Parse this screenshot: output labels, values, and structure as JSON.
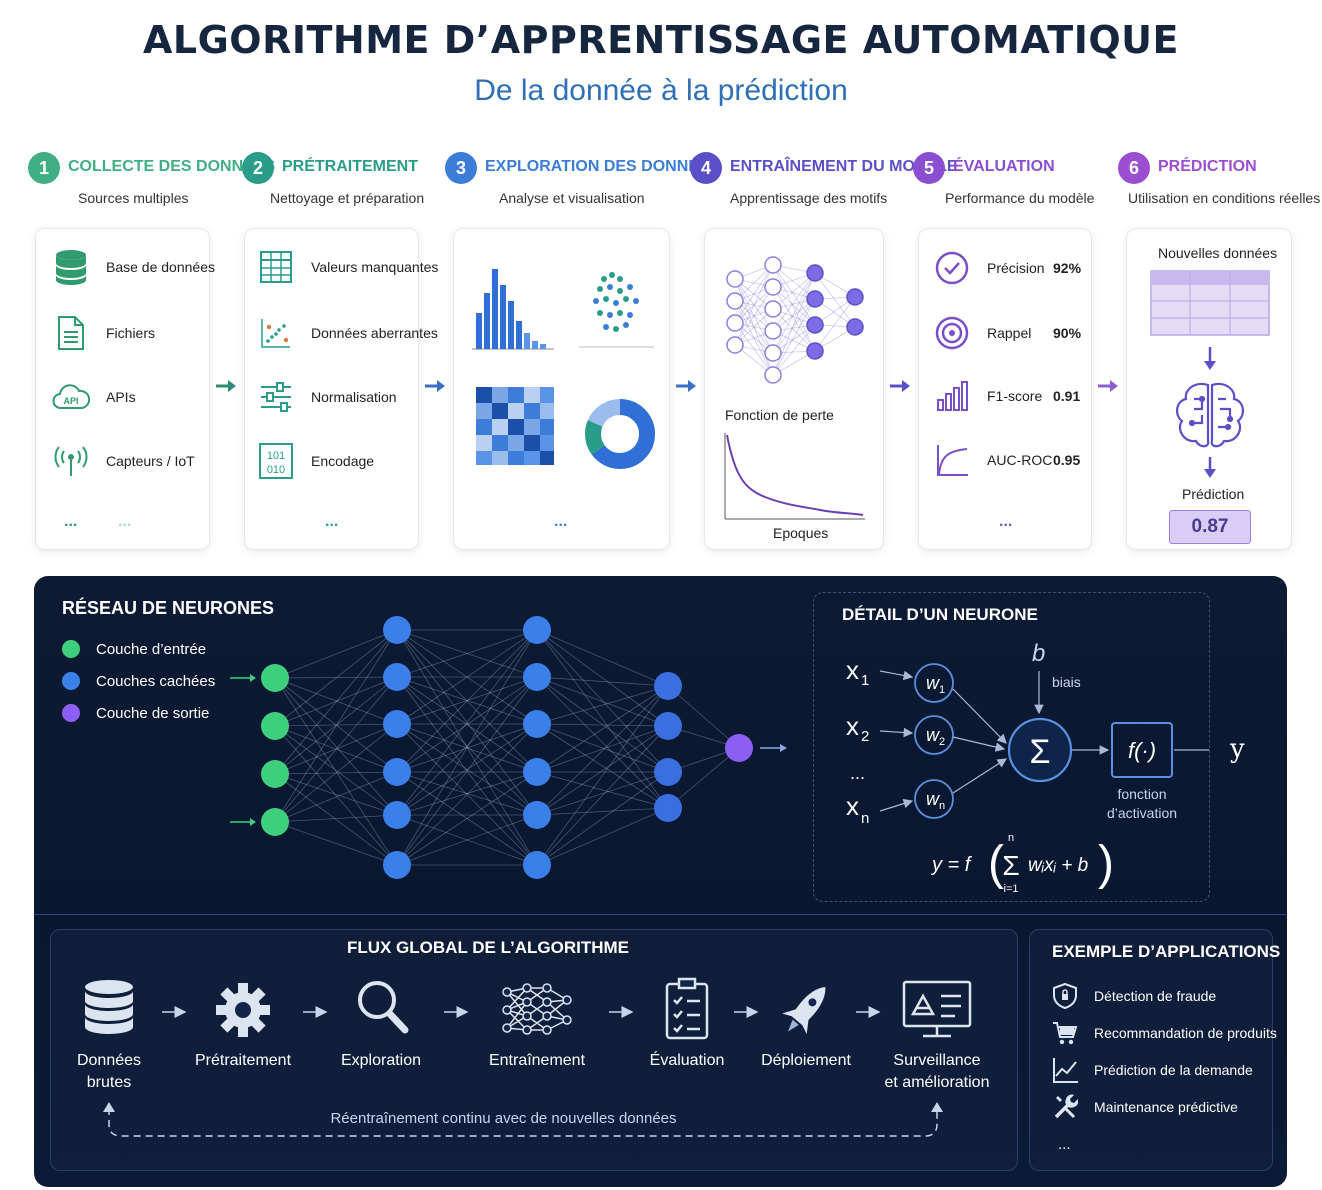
{
  "header": {
    "title": "ALGORITHME D’APPRENTISSAGE AUTOMATIQUE",
    "subtitle": "De la donnée à la prédiction"
  },
  "steps": [
    {
      "num": "1",
      "title": "COLLECTE DES DONNÉES",
      "subtitle": "Sources multiples",
      "color": "#3fae85"
    },
    {
      "num": "2",
      "title": "PRÉTRAITEMENT",
      "subtitle": "Nettoyage et préparation",
      "color": "#2a9d8a"
    },
    {
      "num": "3",
      "title": "EXPLORATION DES DONNÉES",
      "subtitle": "Analyse et visualisation",
      "color": "#3b7dd8"
    },
    {
      "num": "4",
      "title": "ENTRAÎNEMENT DU MODÈLE",
      "subtitle": "Apprentissage des motifs",
      "color": "#5b4fc7"
    },
    {
      "num": "5",
      "title": "ÉVALUATION",
      "subtitle": "Performance du modèle",
      "color": "#8a4fd0"
    },
    {
      "num": "6",
      "title": "PRÉDICTION",
      "subtitle": "Utilisation en conditions réelles",
      "color": "#9b4fd0"
    }
  ],
  "collecte": {
    "items": [
      "Base de données",
      "Fichiers",
      "APIs",
      "Capteurs / IoT"
    ],
    "more": "...",
    "more2": "...",
    "api_badge": "API"
  },
  "pretraitement": {
    "items": [
      "Valeurs manquantes",
      "Données aberrantes",
      "Normalisation",
      "Encodage"
    ],
    "more": "...",
    "binary_top": "101",
    "binary_bottom": "010"
  },
  "exploration": {
    "more": "..."
  },
  "entrainement": {
    "loss_label": "Fonction de perte",
    "epochs_label": "Epoques"
  },
  "evaluation": {
    "metrics": [
      {
        "name": "Précision",
        "value": "92%"
      },
      {
        "name": "Rappel",
        "value": "90%"
      },
      {
        "name": "F1-score",
        "value": "0.91"
      },
      {
        "name": "AUC-ROC",
        "value": "0.95"
      }
    ],
    "more": "..."
  },
  "prediction": {
    "new_data": "Nouvelles données",
    "label": "Prédiction",
    "value": "0.87"
  },
  "network": {
    "title": "RÉSEAU DE NEURONES",
    "legend": [
      {
        "label": "Couche d’entrée",
        "color": "#3ecf7d"
      },
      {
        "label": "Couches cachées",
        "color": "#3b7fe8"
      },
      {
        "label": "Couche de sortie",
        "color": "#8d5ef2"
      }
    ]
  },
  "neuron": {
    "title": "DÉTAIL D’UN NEURONE",
    "inputs": [
      "x",
      "x",
      "x"
    ],
    "input_subs": [
      "1",
      "2",
      "n"
    ],
    "weights": [
      "w",
      "w",
      "w"
    ],
    "weight_subs": [
      "1",
      "2",
      "n"
    ],
    "dots": "...",
    "bias_symbol": "b",
    "bias_label": "biais",
    "sum_symbol": "Σ",
    "activation_symbol": "f(·)",
    "activation_label_1": "fonction",
    "activation_label_2": "d’activation",
    "output": "y",
    "formula_lhs": "y = f",
    "formula_sum_top": "n",
    "formula_sum_symbol": "Σ",
    "formula_sum_bottom": "i=1",
    "formula_body": "wᵢxᵢ + b"
  },
  "flux": {
    "title": "FLUX GLOBAL DE L’ALGORITHME",
    "steps": [
      {
        "line1": "Données",
        "line2": "brutes"
      },
      {
        "line1": "Prétraitement",
        "line2": ""
      },
      {
        "line1": "Exploration",
        "line2": ""
      },
      {
        "line1": "Entraînement",
        "line2": ""
      },
      {
        "line1": "Évaluation",
        "line2": ""
      },
      {
        "line1": "Déploiement",
        "line2": ""
      },
      {
        "line1": "Surveillance",
        "line2": "et amélioration"
      }
    ],
    "loop_label": "Réentraînement continu avec de nouvelles données"
  },
  "applications": {
    "title": "EXEMPLE D’APPLICATIONS",
    "items": [
      "Détection de fraude",
      "Recommandation de produits",
      "Prédiction de la demande",
      "Maintenance prédictive"
    ],
    "more": "..."
  }
}
